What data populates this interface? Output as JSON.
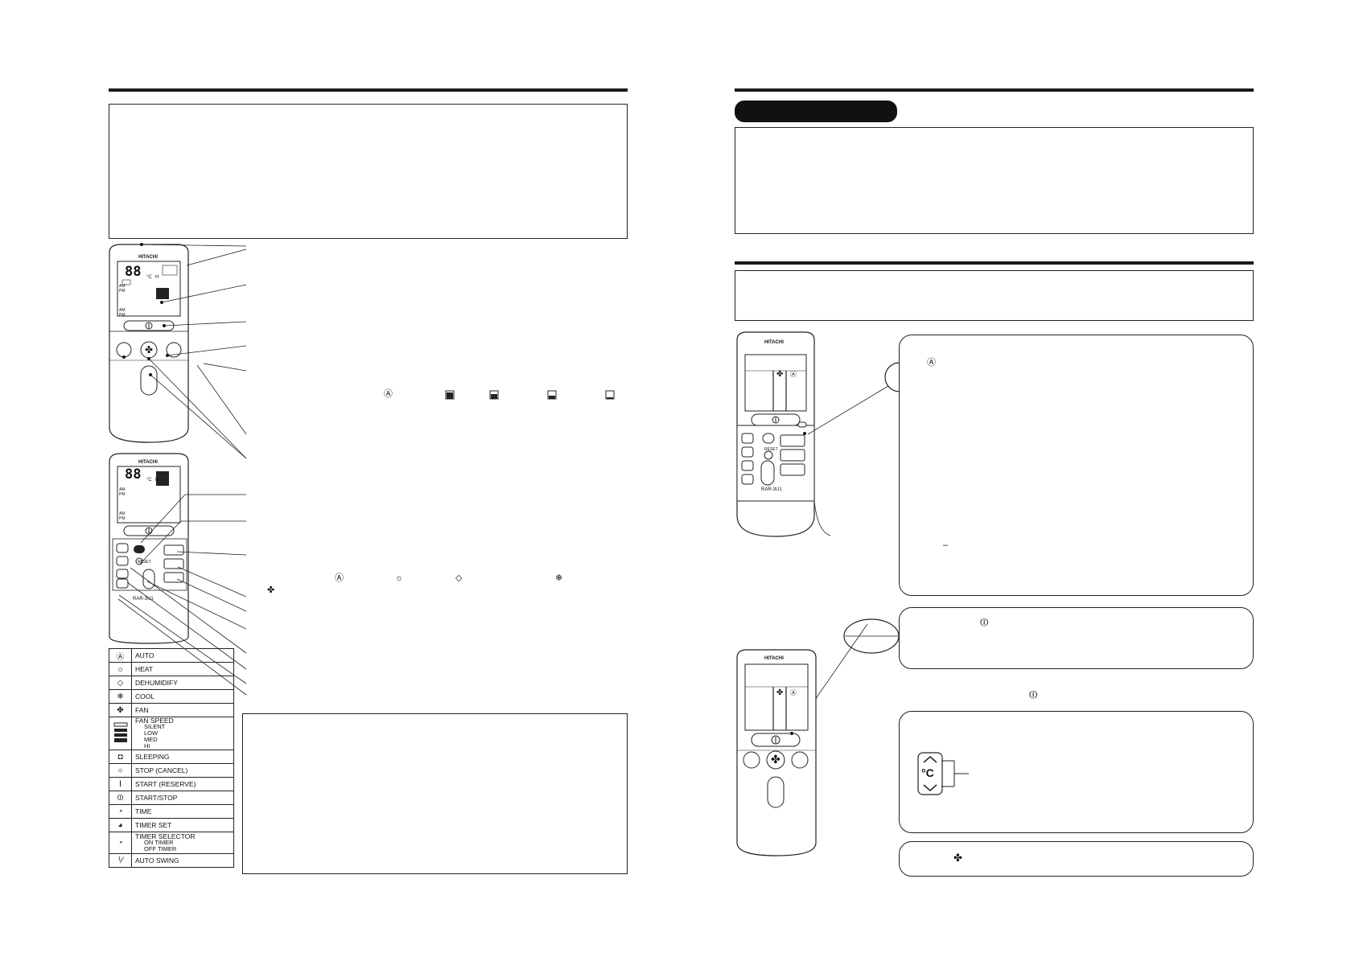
{
  "remote": {
    "brand": "HITACHI",
    "model": "RAR-3U1",
    "display_digits": "88",
    "display_unit": "°C",
    "display_hour": "H",
    "am": "AM",
    "pm": "PM",
    "reset": "RESET",
    "temp_unit": "°C"
  },
  "mode_symbols": [
    "Ⓐ",
    "☼",
    "◇",
    "❄",
    "✤"
  ],
  "legend": {
    "rows": [
      {
        "icon": "Ⓐ",
        "label": "AUTO"
      },
      {
        "icon": "☼",
        "label": "HEAT"
      },
      {
        "icon": "◇",
        "label": "DEHUMIDIFY"
      },
      {
        "icon": "❄",
        "label": "COOL"
      },
      {
        "icon": "✤",
        "label": "FAN"
      }
    ],
    "fan_speed": {
      "label": "FAN SPEED",
      "subs": [
        "SILENT",
        "LOW",
        "MED",
        "HI"
      ]
    },
    "rows2": [
      {
        "icon": "◘",
        "label": "SLEEPING"
      },
      {
        "icon": "○",
        "label": "STOP (CANCEL)"
      },
      {
        "icon": "Ⅰ",
        "label": "START (RESERVE)"
      },
      {
        "icon": "⏼",
        "label": "START/STOP"
      },
      {
        "icon": "◔",
        "label": "TIME"
      },
      {
        "icon": "◕",
        "label": "TIMER SET"
      }
    ],
    "timer_selector": {
      "label": "TIMER SELECTOR",
      "subs": [
        "ON TIMER",
        "OFF TIMER"
      ]
    },
    "last": {
      "icon": "⅟",
      "label": "AUTO SWING"
    }
  },
  "icons": {
    "auto": "Ⓐ",
    "heat": "☼",
    "dry": "◇",
    "cool": "❄",
    "fan": "✤",
    "start_stop": "⏼",
    "dash": "–"
  }
}
